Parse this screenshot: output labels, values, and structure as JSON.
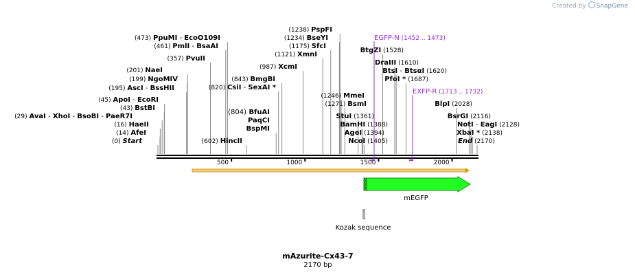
{
  "credit": {
    "prefix": "Created by",
    "brand": "SnapGene"
  },
  "plasmid": {
    "name": "mAzurite-Cx43-7",
    "length_label": "2170 bp",
    "length": 2170
  },
  "colors": {
    "backbone": "#000000",
    "orf": "#d4a017",
    "orf_fill": "#f2d08a",
    "egfp": "#22ff22",
    "primer": "#9b2dd6",
    "site_line": "#888888"
  },
  "axis_ticks": [
    {
      "pos": 500,
      "label": "500"
    },
    {
      "pos": 1000,
      "label": "1000"
    },
    {
      "pos": 1500,
      "label": "1500"
    },
    {
      "pos": 2000,
      "label": "2000"
    }
  ],
  "sites": [
    {
      "pos": 0,
      "pos_label": "(0)",
      "names": [
        "Start"
      ],
      "italic": true
    },
    {
      "pos": 14,
      "pos_label": "(14)",
      "names": [
        "AfeI"
      ]
    },
    {
      "pos": 16,
      "pos_label": "(16)",
      "names": [
        "HaeII"
      ]
    },
    {
      "pos": 29,
      "pos_label": "(29)",
      "names": [
        "AvaI",
        "XhoI",
        "BsoBI",
        "PaeR7I"
      ]
    },
    {
      "pos": 43,
      "pos_label": "(43)",
      "names": [
        "BstBI"
      ]
    },
    {
      "pos": 45,
      "pos_label": "(45)",
      "names": [
        "ApoI",
        "EcoRI"
      ]
    },
    {
      "pos": 195,
      "pos_label": "(195)",
      "names": [
        "AscI",
        "BssHII"
      ]
    },
    {
      "pos": 199,
      "pos_label": "(199)",
      "names": [
        "NgoMIV"
      ]
    },
    {
      "pos": 201,
      "pos_label": "(201)",
      "names": [
        "NaeI"
      ]
    },
    {
      "pos": 357,
      "pos_label": "(357)",
      "names": [
        "PvuII"
      ]
    },
    {
      "pos": 461,
      "pos_label": "(461)",
      "names": [
        "PmlI",
        "BsaAI"
      ]
    },
    {
      "pos": 473,
      "pos_label": "(473)",
      "names": [
        "PpuMI",
        "EcoO109I"
      ]
    },
    {
      "pos": 602,
      "pos_label": "(602)",
      "names": [
        "HincII"
      ]
    },
    {
      "pos": 804,
      "pos_label": "(804)",
      "names": [
        "BfuAI",
        "PaqCI",
        "BspMI"
      ],
      "stacked": true
    },
    {
      "pos": 820,
      "pos_label": "(820)",
      "names": [
        "CsiI",
        "SexAI *"
      ]
    },
    {
      "pos": 843,
      "pos_label": "(843)",
      "names": [
        "BmgBI"
      ]
    },
    {
      "pos": 987,
      "pos_label": "(987)",
      "names": [
        "XcmI"
      ]
    },
    {
      "pos": 1121,
      "pos_label": "(1121)",
      "names": [
        "XmnI"
      ]
    },
    {
      "pos": 1175,
      "pos_label": "(1175)",
      "names": [
        "SfcI"
      ]
    },
    {
      "pos": 1234,
      "pos_label": "(1234)",
      "names": [
        "BseYI"
      ]
    },
    {
      "pos": 1238,
      "pos_label": "(1238)",
      "names": [
        "PspFI"
      ]
    },
    {
      "pos": 1246,
      "pos_label": "(1246)",
      "names": [
        "MmeI"
      ]
    },
    {
      "pos": 1271,
      "pos_label": "(1271)",
      "names": [
        "BsmI"
      ]
    },
    {
      "pos": 1361,
      "pos_label": "(1361)",
      "names": [
        "StuI"
      ]
    },
    {
      "pos": 1388,
      "pos_label": "(1388)",
      "names": [
        "BamHI"
      ]
    },
    {
      "pos": 1394,
      "pos_label": "(1394)",
      "names": [
        "AgeI"
      ]
    },
    {
      "pos": 1405,
      "pos_label": "(1405)",
      "names": [
        "NcoI"
      ]
    },
    {
      "pos": 1528,
      "pos_label": "(1528)",
      "names": [
        "BtgZI"
      ]
    },
    {
      "pos": 1610,
      "pos_label": "(1610)",
      "names": [
        "DraIII"
      ]
    },
    {
      "pos": 1620,
      "pos_label": "(1620)",
      "names": [
        "BtsI",
        "BtsαI"
      ]
    },
    {
      "pos": 1687,
      "pos_label": "(1687)",
      "names": [
        "PfoI *"
      ]
    },
    {
      "pos": 2028,
      "pos_label": "(2028)",
      "names": [
        "BlpI"
      ]
    },
    {
      "pos": 2116,
      "pos_label": "(2116)",
      "names": [
        "BsrGI"
      ]
    },
    {
      "pos": 2128,
      "pos_label": "(2128)",
      "names": [
        "NotI",
        "EagI"
      ]
    },
    {
      "pos": 2138,
      "pos_label": "(2138)",
      "names": [
        "XbaI *"
      ]
    },
    {
      "pos": 2170,
      "pos_label": "(2170)",
      "names": [
        "End"
      ],
      "italic": true
    }
  ],
  "primers": [
    {
      "name": "EGFP-N",
      "range_label": "(1452 .. 1473)",
      "start": 1452,
      "end": 1473
    },
    {
      "name": "EXFP-R",
      "range_label": "(1713 .. 1732)",
      "start": 1713,
      "end": 1732
    }
  ],
  "features": [
    {
      "name": "ORF",
      "start": 200,
      "end": 2130,
      "label": ""
    },
    {
      "name": "mEGFP",
      "start": 1394,
      "end": 2111,
      "label": "mEGFP"
    },
    {
      "name": "Kozak",
      "start": 1388,
      "end": 1394,
      "label": "Kozak sequence"
    }
  ]
}
